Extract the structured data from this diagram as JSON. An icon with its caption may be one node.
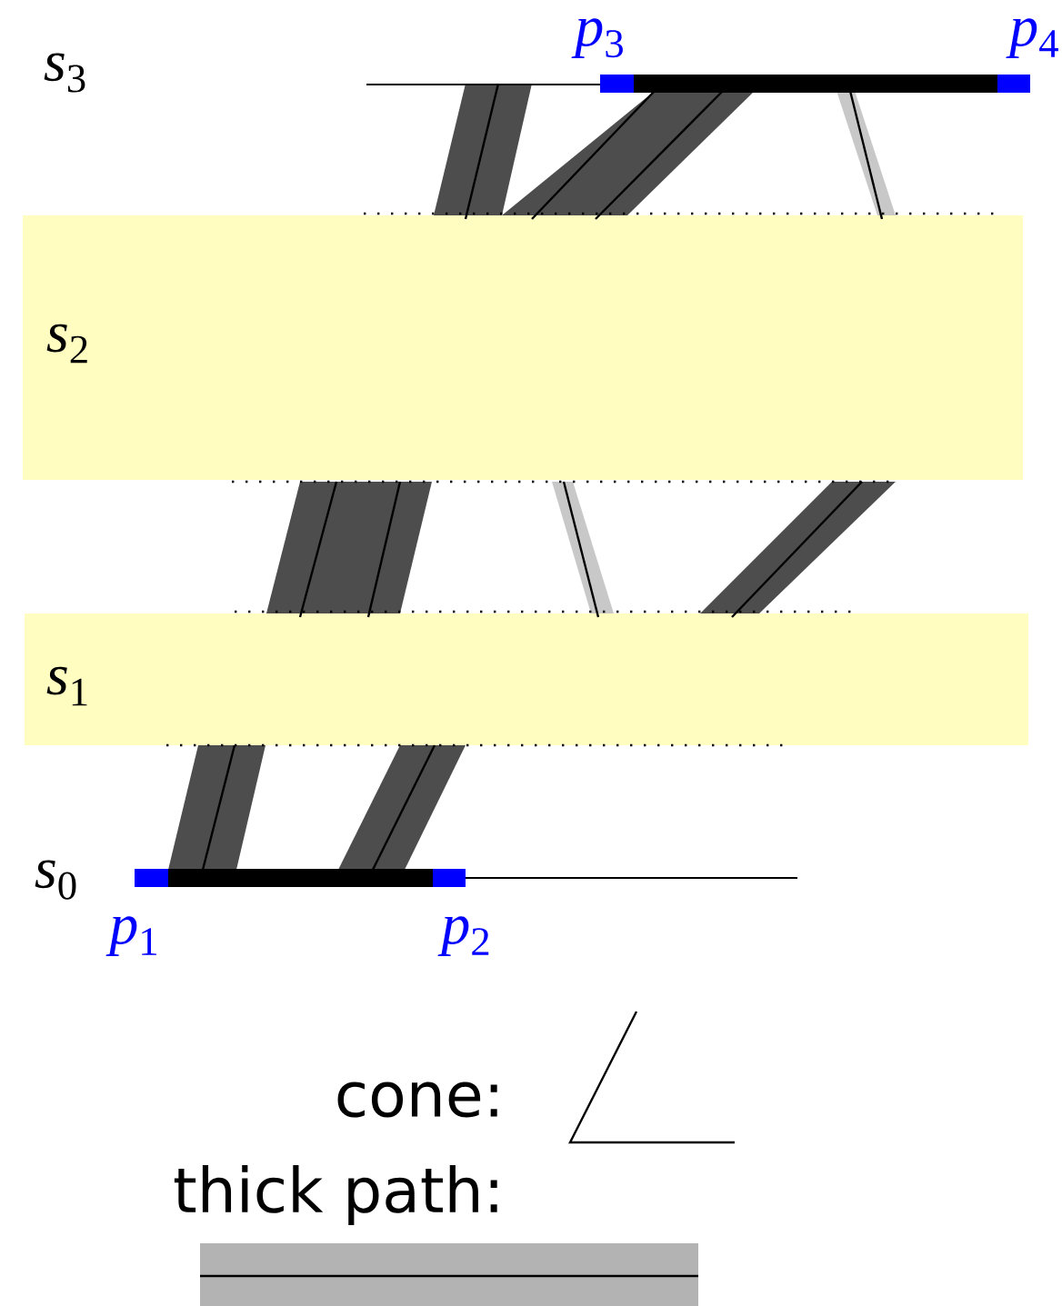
{
  "diagram": {
    "labels": [
      "*p*$_{3}$",
      "*p*$_{4}$",
      "*s*$_{3}$",
      "*s*$_{2}$",
      "*s*$_{1}$",
      "*s*$_{0}$",
      "*p*$_{1}$",
      "*p*$_{2}$"
    ],
    "legend": [
      {
        "text": "cone:"
      },
      {
        "text": "thick path:"
      }
    ]
  }
}
